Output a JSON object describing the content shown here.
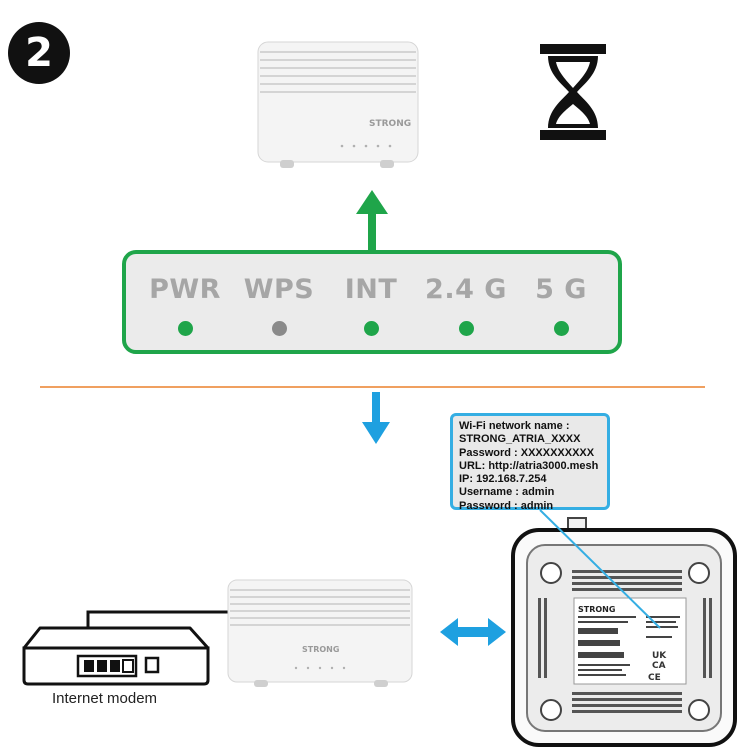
{
  "step_number": "2",
  "icons": {
    "waiting": "hourglass-icon"
  },
  "router_brand": "STRONG",
  "led_panel": {
    "leds": [
      {
        "label": "PWR",
        "color": "#1fa54a"
      },
      {
        "label": "WPS",
        "color": "#8a8a8a"
      },
      {
        "label": "INT",
        "color": "#1fa54a"
      },
      {
        "label": "2.4 G",
        "color": "#1fa54a"
      },
      {
        "label": "5 G",
        "color": "#1fa54a"
      }
    ]
  },
  "colors": {
    "green": "#1fa54a",
    "blue": "#1ea0e0",
    "orange": "#f0a060"
  },
  "info_label": {
    "lines": [
      "Wi-Fi network name :",
      "STRONG_ATRIA_XXXX",
      "Password : XXXXXXXXXX",
      "URL: http://atria3000.mesh",
      "IP: 192.168.7.254",
      "Username : admin",
      "Password : admin"
    ]
  },
  "modem_label": "Internet modem"
}
